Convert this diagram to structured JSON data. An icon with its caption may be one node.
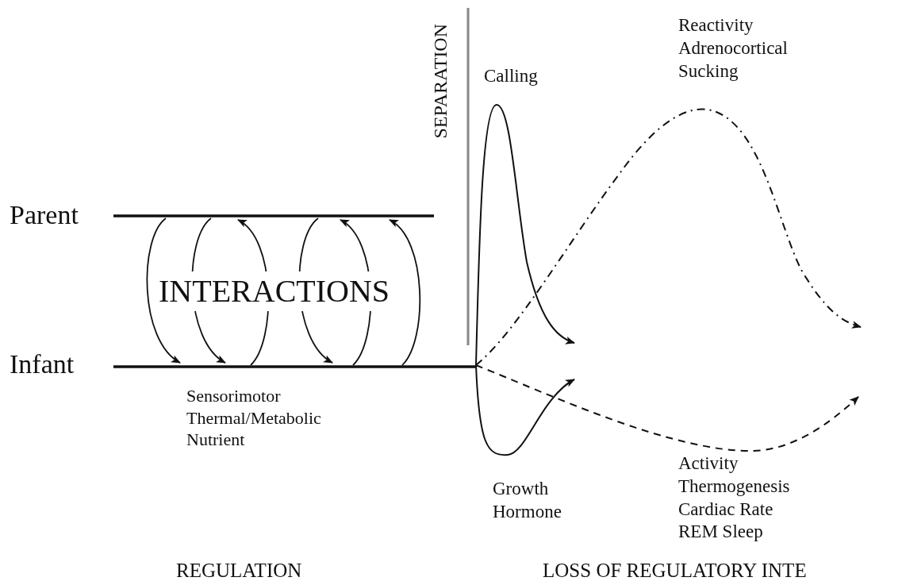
{
  "diagram": {
    "labels": [
      "SEPARATION",
      "Reactivity Adrenocortical Sucking",
      "Calling",
      "Parent",
      "INTERACTIONS",
      "Infant",
      "Sensorimotor Thermal/Metabolic Nutrient",
      "Growth Hormone",
      "Activity Thermogenesis Cardiac Rate REM Sleep",
      "REGULATION",
      "LOSS OF REGULATORY INTE"
    ]
  }
}
